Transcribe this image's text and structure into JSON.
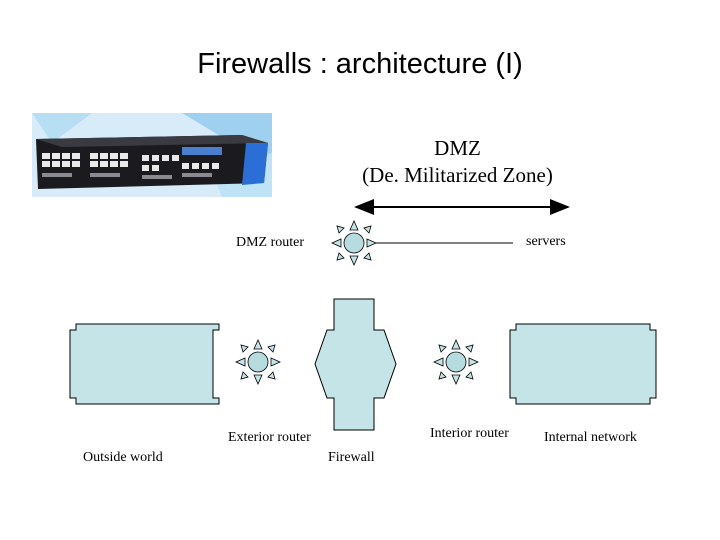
{
  "slide": {
    "title": "Firewalls : architecture (I)"
  },
  "diagram": {
    "dmz_heading": "DMZ",
    "dmz_subheading": "(De. Militarized Zone)",
    "labels": {
      "dmz_router": "DMZ router",
      "servers": "servers",
      "exterior_router": "Exterior router",
      "interior_router": "Interior router",
      "firewall": "Firewall",
      "outside_world": "Outside world",
      "internal_network": "Internal network"
    }
  },
  "colors": {
    "shape_fill": "#c5e4e8",
    "router_fill": "#b7dce0",
    "stroke": "#000000",
    "photo_bg": "#d7ecf8"
  },
  "icons": [
    "router-icon",
    "network-appliance-photo"
  ]
}
